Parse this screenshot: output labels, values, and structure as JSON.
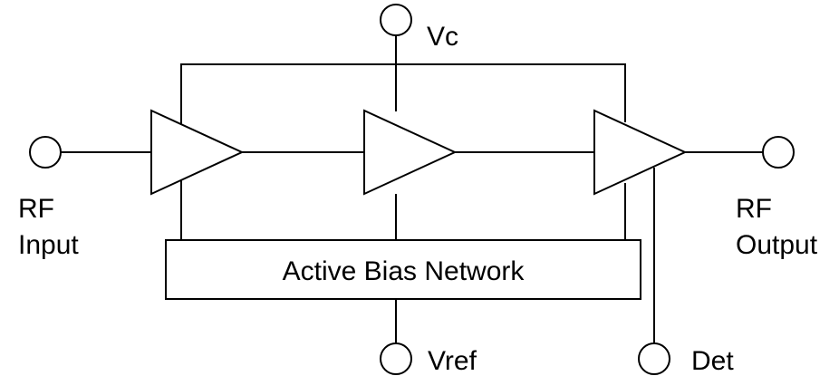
{
  "diagram": {
    "terminals": {
      "vc": "Vc",
      "rf_input_line1": "RF",
      "rf_input_line2": "Input",
      "rf_output_line1": "RF",
      "rf_output_line2": "Output",
      "vref": "Vref",
      "det": "Det"
    },
    "bias_block": {
      "label": "Active Bias Network"
    },
    "amplifier_stages": 3
  }
}
